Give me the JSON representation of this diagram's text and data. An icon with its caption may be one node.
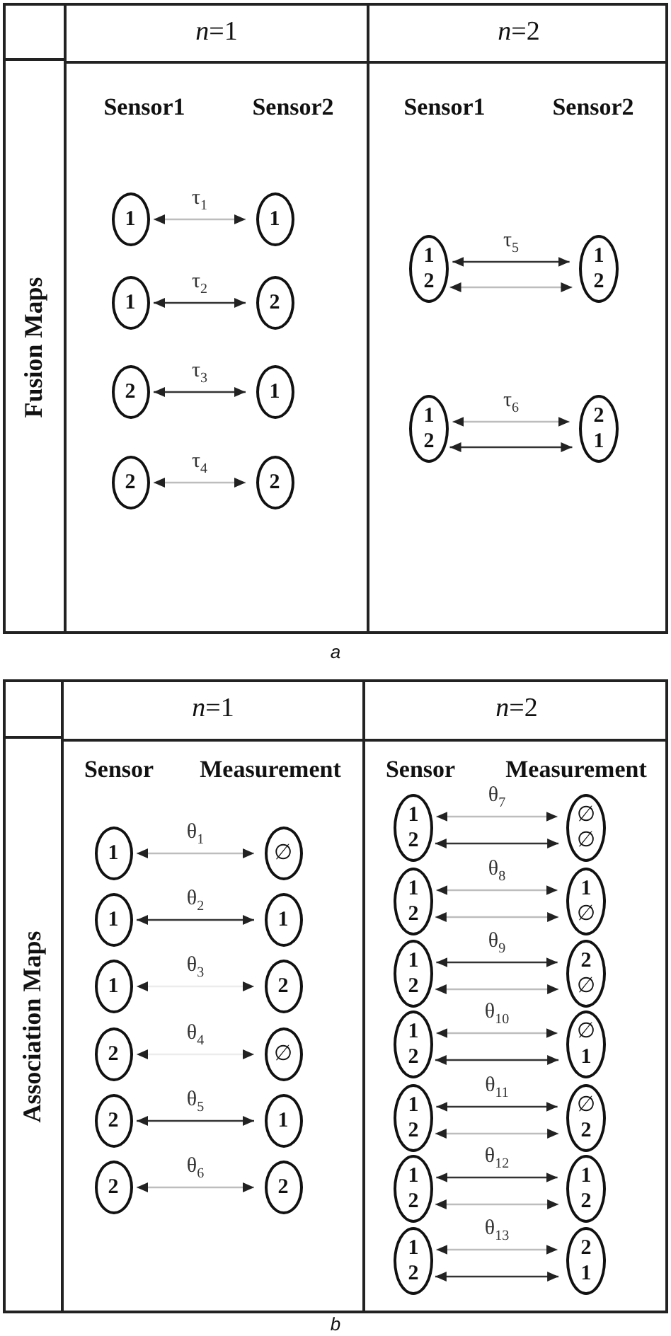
{
  "diagram": {
    "nodes": [
      {
        "text": [
          "Sensor1",
          "Sensor2"
        ]
      },
      {
        "text": [
          "1"
        ],
        "in": 0
      },
      {
        "text": [
          "1"
        ],
        "in": 0
      },
      {
        "text": [
          "1"
        ],
        "in": 0
      },
      {
        "text": [
          "2"
        ],
        "in": 0
      },
      {
        "text": [
          "2"
        ],
        "in": 0
      },
      {
        "text": [
          "1"
        ],
        "in": 0
      },
      {
        "text": [
          "2"
        ],
        "in": 0
      },
      {
        "text": [
          "2"
        ],
        "in": 0
      },
      {
        "text": [
          "Sensor1",
          "Sensor2"
        ]
      },
      {
        "text": [
          "1",
          "2"
        ],
        "in": 9
      },
      {
        "text": [
          "1",
          "2"
        ],
        "in": 9
      },
      {
        "text": [
          "1",
          "2"
        ],
        "in": 9
      },
      {
        "text": [
          "2",
          "1"
        ],
        "in": 9
      },
      {
        "text": [
          "Sensor",
          "Measurement"
        ]
      },
      {
        "text": [
          "1"
        ],
        "in": 14
      },
      {
        "text": [
          "∅"
        ],
        "in": 14
      },
      {
        "text": [
          "1"
        ],
        "in": 14
      },
      {
        "text": [
          "1"
        ],
        "in": 14
      },
      {
        "text": [
          "1"
        ],
        "in": 14
      },
      {
        "text": [
          "2"
        ],
        "in": 14
      },
      {
        "text": [
          "2"
        ],
        "in": 14
      },
      {
        "text": [
          "∅"
        ],
        "in": 14
      },
      {
        "text": [
          "2"
        ],
        "in": 14
      },
      {
        "text": [
          "1"
        ],
        "in": 14
      },
      {
        "text": [
          "2"
        ],
        "in": 14
      },
      {
        "text": [
          "2"
        ],
        "in": 14
      },
      {
        "text": [
          "Sensor",
          "Measurement"
        ]
      },
      {
        "text": [
          "1",
          "2"
        ],
        "in": 27
      },
      {
        "text": [
          "∅",
          "∅"
        ],
        "in": 27
      },
      {
        "text": [
          "1",
          "2"
        ],
        "in": 27
      },
      {
        "text": [
          "1",
          "∅"
        ],
        "in": 27
      },
      {
        "text": [
          "1",
          "2"
        ],
        "in": 27
      },
      {
        "text": [
          "2",
          "∅"
        ],
        "in": 27
      },
      {
        "text": [
          "1",
          "2"
        ],
        "in": 27
      },
      {
        "text": [
          "∅",
          "1"
        ],
        "in": 27
      },
      {
        "text": [
          "1",
          "2"
        ],
        "in": 27
      },
      {
        "text": [
          "∅",
          "2"
        ],
        "in": 27
      },
      {
        "text": [
          "1",
          "2"
        ],
        "in": 27
      },
      {
        "text": [
          "1",
          "2"
        ],
        "in": 27
      },
      {
        "text": [
          "1",
          "2"
        ],
        "in": 27
      },
      {
        "text": [
          "2",
          "1"
        ],
        "in": 27
      }
    ],
    "edges": [
      {
        "from": 1,
        "to": 2,
        "arrow": "both",
        "label": "τ$_{1}$",
        "color": "#bdbdbd"
      },
      {
        "from": 3,
        "to": 4,
        "arrow": "both",
        "label": "τ$_{2}$",
        "color": "#333333"
      },
      {
        "from": 5,
        "to": 6,
        "arrow": "both",
        "label": "τ$_{3}$",
        "color": "#333333"
      },
      {
        "from": 7,
        "to": 8,
        "arrow": "both",
        "label": "τ$_{4}$",
        "color": "#bdbdbd"
      },
      {
        "from": 10,
        "to": 11,
        "arrow": "both",
        "label": "τ$_{5}$",
        "color": "#333333"
      },
      {
        "from": 10,
        "to": 11,
        "arrow": "both",
        "color": "#bdbdbd"
      },
      {
        "from": 12,
        "to": 13,
        "arrow": "both",
        "label": "τ$_{6}$",
        "color": "#bdbdbd"
      },
      {
        "from": 12,
        "to": 13,
        "arrow": "both",
        "color": "#333333"
      },
      {
        "from": 15,
        "to": 16,
        "arrow": "both",
        "label": "θ$_{1}$",
        "color": "#bdbdbd"
      },
      {
        "from": 17,
        "to": 18,
        "arrow": "both",
        "label": "θ$_{2}$",
        "color": "#333333"
      },
      {
        "from": 19,
        "to": 20,
        "arrow": "both",
        "label": "θ$_{3}$",
        "color": "#ececec"
      },
      {
        "from": 21,
        "to": 22,
        "arrow": "both",
        "label": "θ$_{4}$",
        "color": "#ececec"
      },
      {
        "from": 23,
        "to": 24,
        "arrow": "both",
        "label": "θ$_{5}$",
        "color": "#333333"
      },
      {
        "from": 25,
        "to": 26,
        "arrow": "both",
        "label": "θ$_{6}$",
        "color": "#bdbdbd"
      },
      {
        "from": 28,
        "to": 29,
        "arrow": "both",
        "label": "θ$_{7}$",
        "color": "#bdbdbd"
      },
      {
        "from": 28,
        "to": 29,
        "arrow": "both",
        "color": "#333333"
      },
      {
        "from": 30,
        "to": 31,
        "arrow": "both",
        "label": "θ$_{8}$",
        "color": "#bdbdbd"
      },
      {
        "from": 30,
        "to": 31,
        "arrow": "both",
        "color": "#bdbdbd"
      },
      {
        "from": 32,
        "to": 33,
        "arrow": "both",
        "label": "θ$_{9}$",
        "color": "#333333"
      },
      {
        "from": 32,
        "to": 33,
        "arrow": "both",
        "color": "#bdbdbd"
      },
      {
        "from": 34,
        "to": 35,
        "arrow": "both",
        "label": "θ$_{10}$",
        "color": "#bdbdbd"
      },
      {
        "from": 34,
        "to": 35,
        "arrow": "both",
        "color": "#333333"
      },
      {
        "from": 36,
        "to": 37,
        "arrow": "both",
        "label": "θ$_{11}$",
        "color": "#333333"
      },
      {
        "from": 36,
        "to": 37,
        "arrow": "both",
        "color": "#bdbdbd"
      },
      {
        "from": 38,
        "to": 39,
        "arrow": "both",
        "label": "θ$_{12}$",
        "color": "#333333"
      },
      {
        "from": 38,
        "to": 39,
        "arrow": "both",
        "color": "#bdbdbd"
      },
      {
        "from": 40,
        "to": 41,
        "arrow": "both",
        "label": "θ$_{13}$",
        "color": "#bdbdbd"
      },
      {
        "from": 40,
        "to": 41,
        "arrow": "both",
        "color": "#333333"
      }
    ],
    "labels": [
      "*n*=1",
      "*n*=2",
      "Fusion Maps",
      "a",
      "*n*=1",
      "*n*=2",
      "Association Maps",
      "b"
    ]
  }
}
